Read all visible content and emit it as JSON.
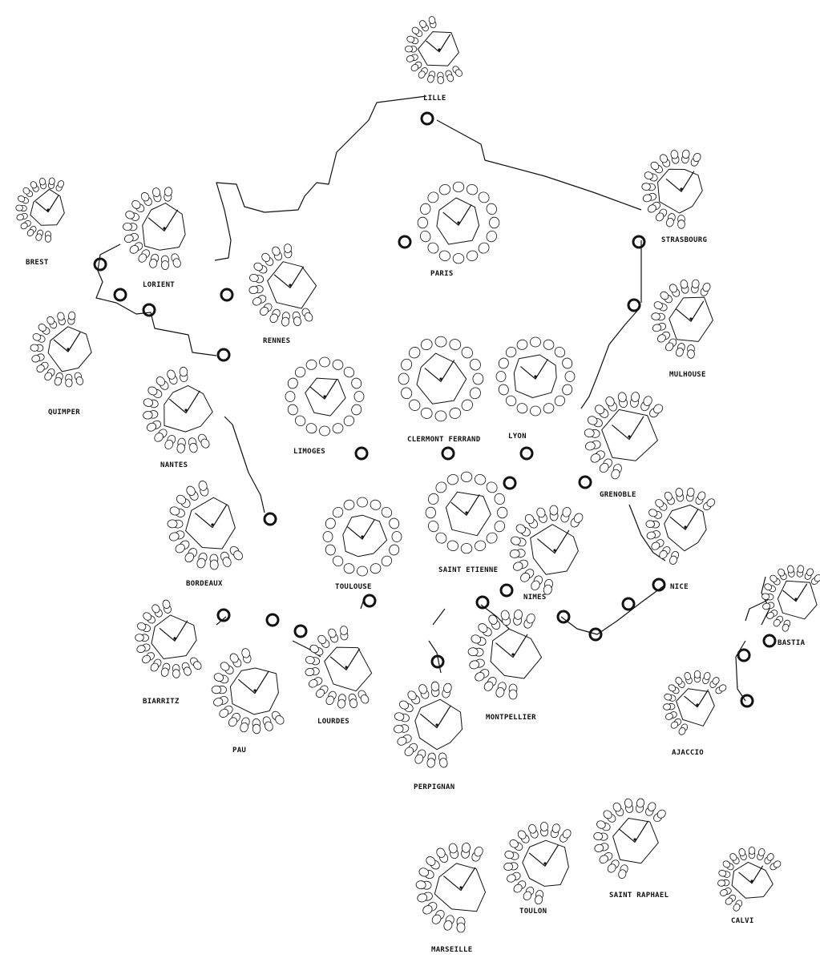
{
  "cities": [
    {
      "id": "lille",
      "label": "LILLE",
      "form": "crescent"
    },
    {
      "id": "brest",
      "label": "BREST",
      "form": "crescent"
    },
    {
      "id": "lorient",
      "label": "LORIENT",
      "form": "crescent"
    },
    {
      "id": "rennes",
      "label": "RENNES",
      "form": "crescent"
    },
    {
      "id": "paris",
      "label": "PARIS",
      "form": "ring"
    },
    {
      "id": "strasbourg",
      "label": "STRASBOURG",
      "form": "crescent"
    },
    {
      "id": "mulhouse",
      "label": "MULHOUSE",
      "form": "crescent"
    },
    {
      "id": "quimper",
      "label": "QUIMPER",
      "form": "crescent"
    },
    {
      "id": "nantes",
      "label": "NANTES",
      "form": "crescent"
    },
    {
      "id": "limoges",
      "label": "LIMOGES",
      "form": "ring"
    },
    {
      "id": "clermont-ferrand",
      "label": "CLERMONT FERRAND",
      "form": "ring"
    },
    {
      "id": "lyon",
      "label": "LYON",
      "form": "ring"
    },
    {
      "id": "grenoble",
      "label": "GRENOBLE",
      "form": "crescent"
    },
    {
      "id": "bordeaux",
      "label": "BORDEAUX",
      "form": "crescent"
    },
    {
      "id": "toulouse",
      "label": "TOULOUSE",
      "form": "ring"
    },
    {
      "id": "saint-etienne",
      "label": "SAINT ETIENNE",
      "form": "ring"
    },
    {
      "id": "nimes",
      "label": "NIMES",
      "form": "crescent"
    },
    {
      "id": "nice",
      "label": "NICE",
      "form": "crescent"
    },
    {
      "id": "bastia",
      "label": "BASTIA",
      "form": "crescent"
    },
    {
      "id": "biarritz",
      "label": "BIARRITZ",
      "form": "crescent"
    },
    {
      "id": "pau",
      "label": "PAU",
      "form": "crescent"
    },
    {
      "id": "lourdes",
      "label": "LOURDES",
      "form": "crescent"
    },
    {
      "id": "montpellier",
      "label": "MONTPELLIER",
      "form": "crescent"
    },
    {
      "id": "perpignan",
      "label": "PERPIGNAN",
      "form": "crescent"
    },
    {
      "id": "ajaccio",
      "label": "AJACCIO",
      "form": "crescent"
    },
    {
      "id": "marseille",
      "label": "MARSEILLE",
      "form": "crescent"
    },
    {
      "id": "toulon",
      "label": "TOULON",
      "form": "crescent"
    },
    {
      "id": "saint-raphael",
      "label": "SAINT RAPHAEL",
      "form": "crescent"
    },
    {
      "id": "calvi",
      "label": "CALVI",
      "form": "crescent"
    }
  ],
  "colors": {
    "ink": "#111111",
    "paper": "#ffffff"
  }
}
